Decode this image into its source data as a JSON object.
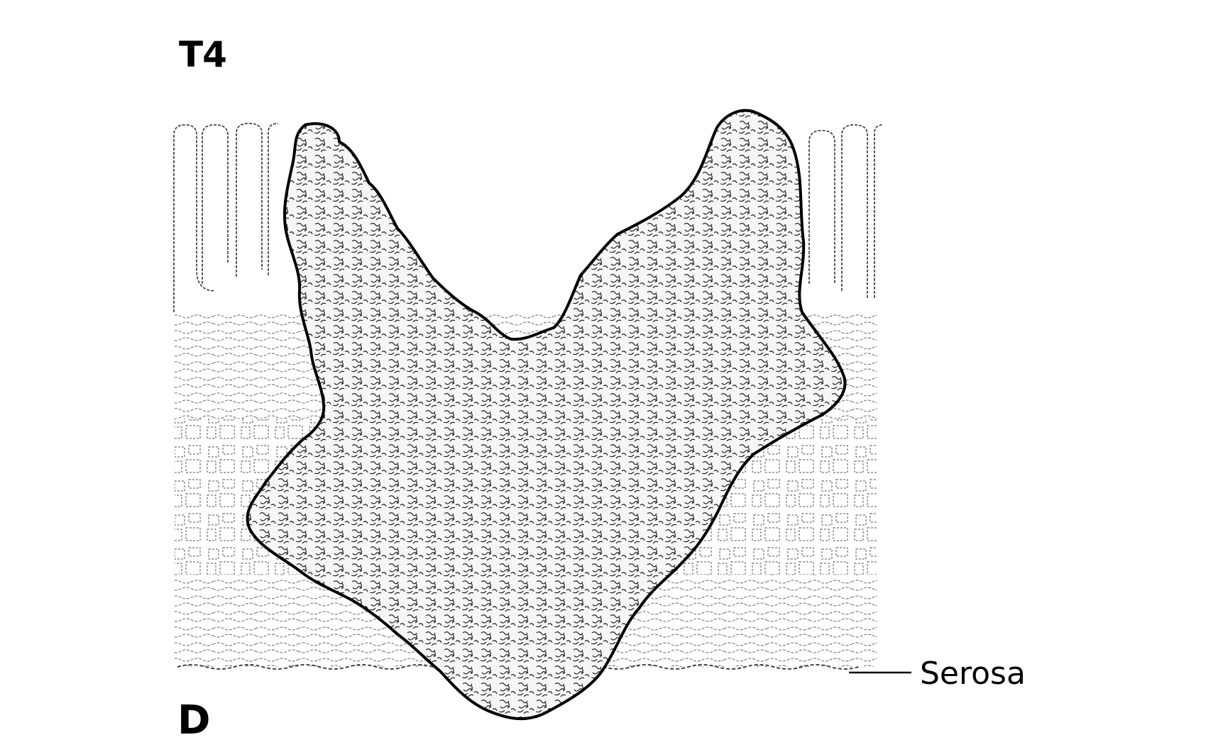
{
  "labels": {
    "stage": "T4",
    "panel": "D",
    "serosa": "Serosa"
  },
  "colors": {
    "ink": "#000000",
    "paper": "#ffffff",
    "tumor_fill": "#f4f4f4"
  }
}
